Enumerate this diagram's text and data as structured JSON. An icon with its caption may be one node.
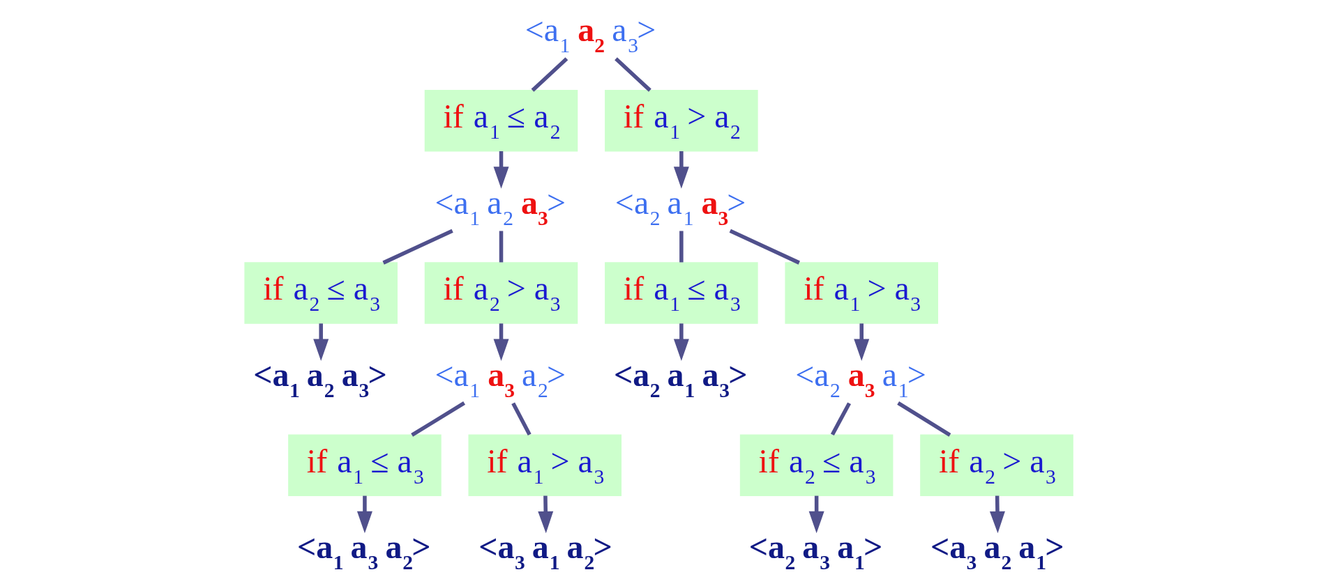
{
  "diagram": {
    "nodes": [
      {
        "text": [
          "<a$_{1}$ **a$_{2}$** a$_{3}$>"
        ]
      },
      {
        "text": [
          "if a$_{1}$ ≤ a$_{2}$"
        ]
      },
      {
        "text": [
          "if a$_{1}$ > a$_{2}$"
        ]
      },
      {
        "text": [
          "<a$_{1}$ a$_{2}$ **a$_{3}$**>"
        ]
      },
      {
        "text": [
          "<a$_{2}$ a$_{1}$ **a$_{3}$**>"
        ]
      },
      {
        "text": [
          "if a$_{2}$ ≤ a$_{3}$"
        ]
      },
      {
        "text": [
          "if a$_{2}$ > a$_{3}$"
        ]
      },
      {
        "text": [
          "if a$_{1}$ ≤ a$_{3}$"
        ]
      },
      {
        "text": [
          "if a$_{1}$ > a$_{3}$"
        ]
      },
      {
        "text": [
          "<a$_{1}$ a$_{2}$ a$_{3}$>"
        ]
      },
      {
        "text": [
          "<a$_{1}$ **a$_{3}$** a$_{2}$>"
        ]
      },
      {
        "text": [
          "<a$_{2}$ a$_{1}$ a$_{3}$>"
        ]
      },
      {
        "text": [
          "<a$_{2}$ **a$_{3}$** a$_{1}$>"
        ]
      },
      {
        "text": [
          "if a$_{1}$ ≤ a$_{3}$"
        ]
      },
      {
        "text": [
          "if a$_{1}$ > a$_{3}$"
        ]
      },
      {
        "text": [
          "if a$_{2}$ ≤ a$_{3}$"
        ]
      },
      {
        "text": [
          "if a$_{2}$ > a$_{3}$"
        ]
      },
      {
        "text": [
          "<a$_{1}$ a$_{3}$ a$_{2}$>"
        ]
      },
      {
        "text": [
          "<a$_{3}$ a$_{1}$ a$_{2}$>"
        ]
      },
      {
        "text": [
          "<a$_{2}$ a$_{3}$ a$_{1}$>"
        ]
      },
      {
        "text": [
          "<a$_{3}$ a$_{2}$ a$_{1}$>"
        ]
      }
    ],
    "edges": [
      {
        "from": 0,
        "to": 1,
        "arrow": "none"
      },
      {
        "from": 1,
        "to": 3,
        "arrow": "to"
      },
      {
        "from": 0,
        "to": 2,
        "arrow": "none"
      },
      {
        "from": 2,
        "to": 4,
        "arrow": "to"
      },
      {
        "from": 3,
        "to": 5,
        "arrow": "none"
      },
      {
        "from": 5,
        "to": 9,
        "arrow": "to"
      },
      {
        "from": 3,
        "to": 6,
        "arrow": "none"
      },
      {
        "from": 6,
        "to": 10,
        "arrow": "to"
      },
      {
        "from": 4,
        "to": 7,
        "arrow": "none"
      },
      {
        "from": 7,
        "to": 11,
        "arrow": "to"
      },
      {
        "from": 4,
        "to": 8,
        "arrow": "none"
      },
      {
        "from": 8,
        "to": 12,
        "arrow": "to"
      },
      {
        "from": 10,
        "to": 13,
        "arrow": "none"
      },
      {
        "from": 13,
        "to": 17,
        "arrow": "to"
      },
      {
        "from": 10,
        "to": 14,
        "arrow": "none"
      },
      {
        "from": 14,
        "to": 18,
        "arrow": "to"
      },
      {
        "from": 12,
        "to": 15,
        "arrow": "none"
      },
      {
        "from": 15,
        "to": 19,
        "arrow": "to"
      },
      {
        "from": 12,
        "to": 16,
        "arrow": "none"
      },
      {
        "from": 16,
        "to": 20,
        "arrow": "to"
      }
    ]
  }
}
